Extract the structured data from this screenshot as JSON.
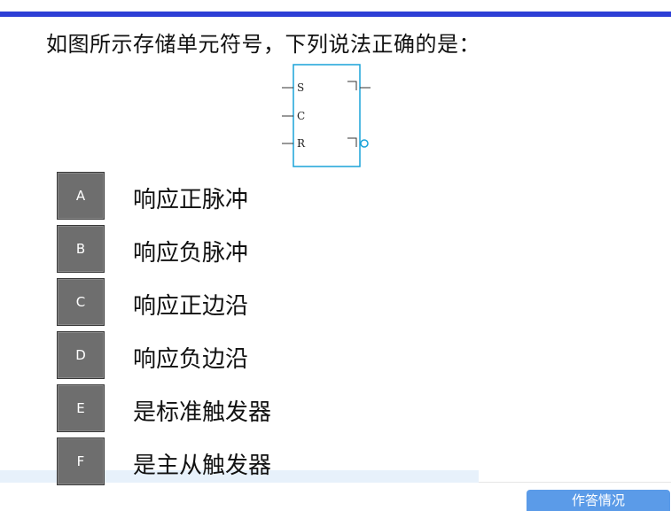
{
  "question": {
    "text": "如图所示存储单元符号，下列说法正确的是："
  },
  "symbol": {
    "pin_s": "S",
    "pin_c": "C",
    "pin_r": "R"
  },
  "options": [
    {
      "letter": "A",
      "text": "响应正脉冲"
    },
    {
      "letter": "B",
      "text": "响应负脉冲"
    },
    {
      "letter": "C",
      "text": "响应正边沿"
    },
    {
      "letter": "D",
      "text": "响应负边沿"
    },
    {
      "letter": "E",
      "text": "是标准触发器"
    },
    {
      "letter": "F",
      "text": "是主从触发器"
    }
  ],
  "submit": {
    "label": "作答情况"
  },
  "colors": {
    "top_bar": "#2d3fd6",
    "symbol_border": "#1aa3d9",
    "option_box": "#6e6e6e",
    "submit_button": "#5b9be8"
  }
}
